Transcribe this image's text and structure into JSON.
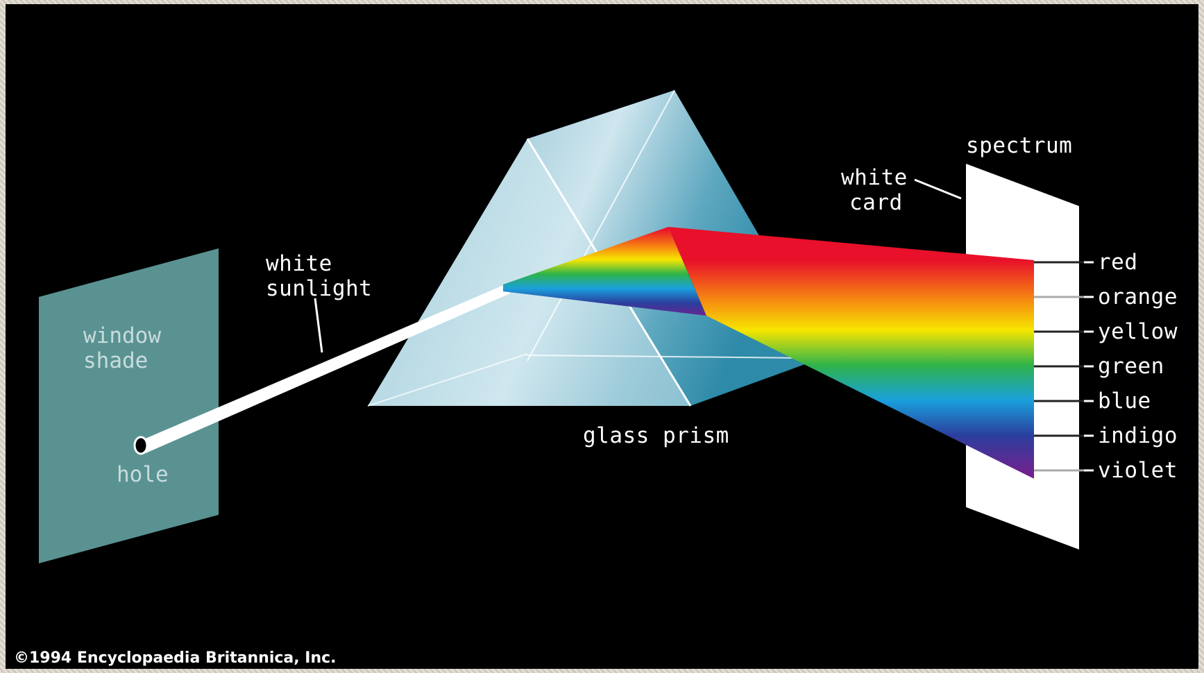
{
  "labels": {
    "window_shade_line1": "window",
    "window_shade_line2": "shade",
    "hole": "hole",
    "white_sunlight_line1": "white",
    "white_sunlight_line2": "sunlight",
    "glass_prism": "glass prism",
    "white_card_line1": "white",
    "white_card_line2": "card",
    "spectrum": "spectrum"
  },
  "colors": [
    {
      "name": "red",
      "hex": "#e8102a"
    },
    {
      "name": "orange",
      "hex": "#f57a14"
    },
    {
      "name": "yellow",
      "hex": "#f7e600"
    },
    {
      "name": "green",
      "hex": "#2fb34a"
    },
    {
      "name": "blue",
      "hex": "#1aa0dc"
    },
    {
      "name": "indigo",
      "hex": "#2a3f9e"
    },
    {
      "name": "violet",
      "hex": "#7a1e8c"
    }
  ],
  "copyright": "©1994 Encyclopaedia Britannica, Inc."
}
